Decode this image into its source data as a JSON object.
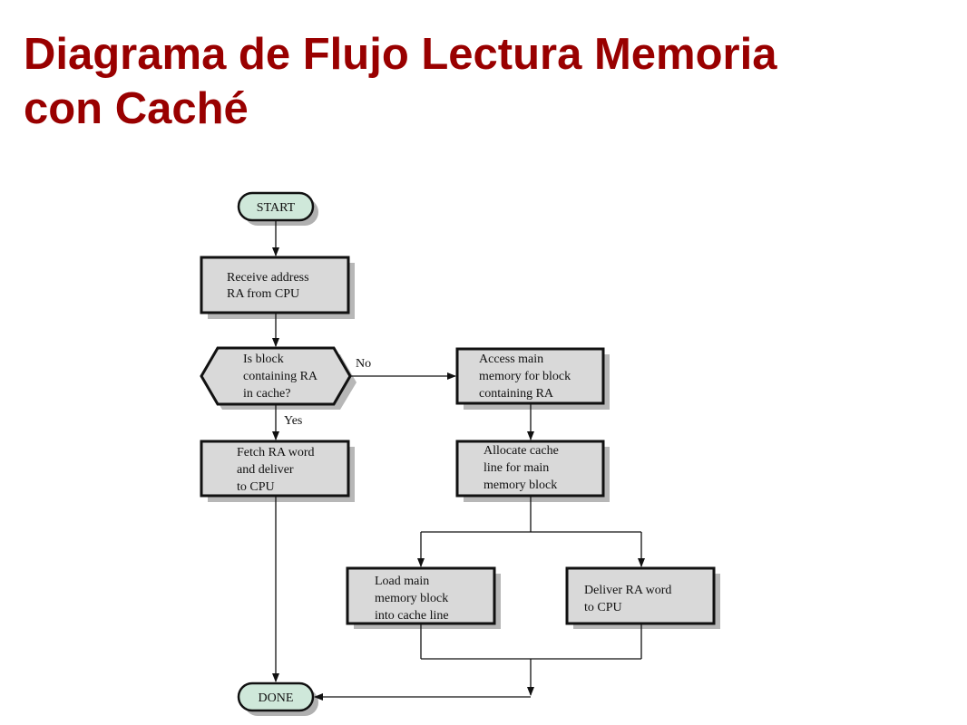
{
  "title": {
    "line1": "Diagrama de Flujo Lectura Memoria",
    "line2": "con Caché"
  },
  "diagram": {
    "start": "START",
    "receive": [
      "Receive address",
      "RA from CPU"
    ],
    "decision": [
      "Is block",
      "containing RA",
      "in cache?"
    ],
    "no_label": "No",
    "yes_label": "Yes",
    "fetch": [
      "Fetch RA word",
      "and deliver",
      "to CPU"
    ],
    "access": [
      "Access main",
      "memory for block",
      "containing RA"
    ],
    "allocate": [
      "Allocate cache",
      "line for main",
      "memory block"
    ],
    "load": [
      "Load main",
      "memory block",
      "into cache line"
    ],
    "deliver": [
      "Deliver RA word",
      "to CPU"
    ],
    "done": "DONE"
  }
}
